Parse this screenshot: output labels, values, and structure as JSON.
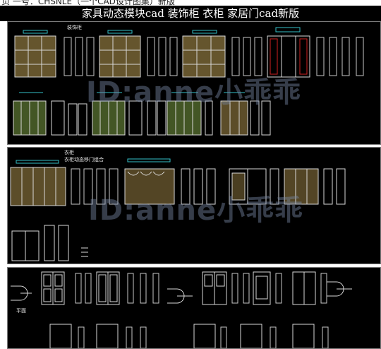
{
  "header": {
    "title": "家具动态模块cad   装饰柜 衣柜 家居门cad新版",
    "caption_fragment": "页 一号：CHSNLE（一个CAD设计图集）新版"
  },
  "watermark": {
    "text": "ID:anne小乖乖"
  },
  "panels": {
    "top": {
      "label": "装饰柜"
    },
    "middle": {
      "label_a": "衣柜",
      "label_b": "衣柜动态移门组合"
    },
    "bottom": {
      "label": "平面"
    }
  },
  "colors": {
    "background": "#000000",
    "frame": "#7a7a7a",
    "line": "#d8d8d8",
    "fill_gold": "#b89a52",
    "fill_green": "#6f8f3e",
    "accent_red": "#d02020",
    "dimension": "#35c0c8",
    "watermark": "#7887a5"
  }
}
